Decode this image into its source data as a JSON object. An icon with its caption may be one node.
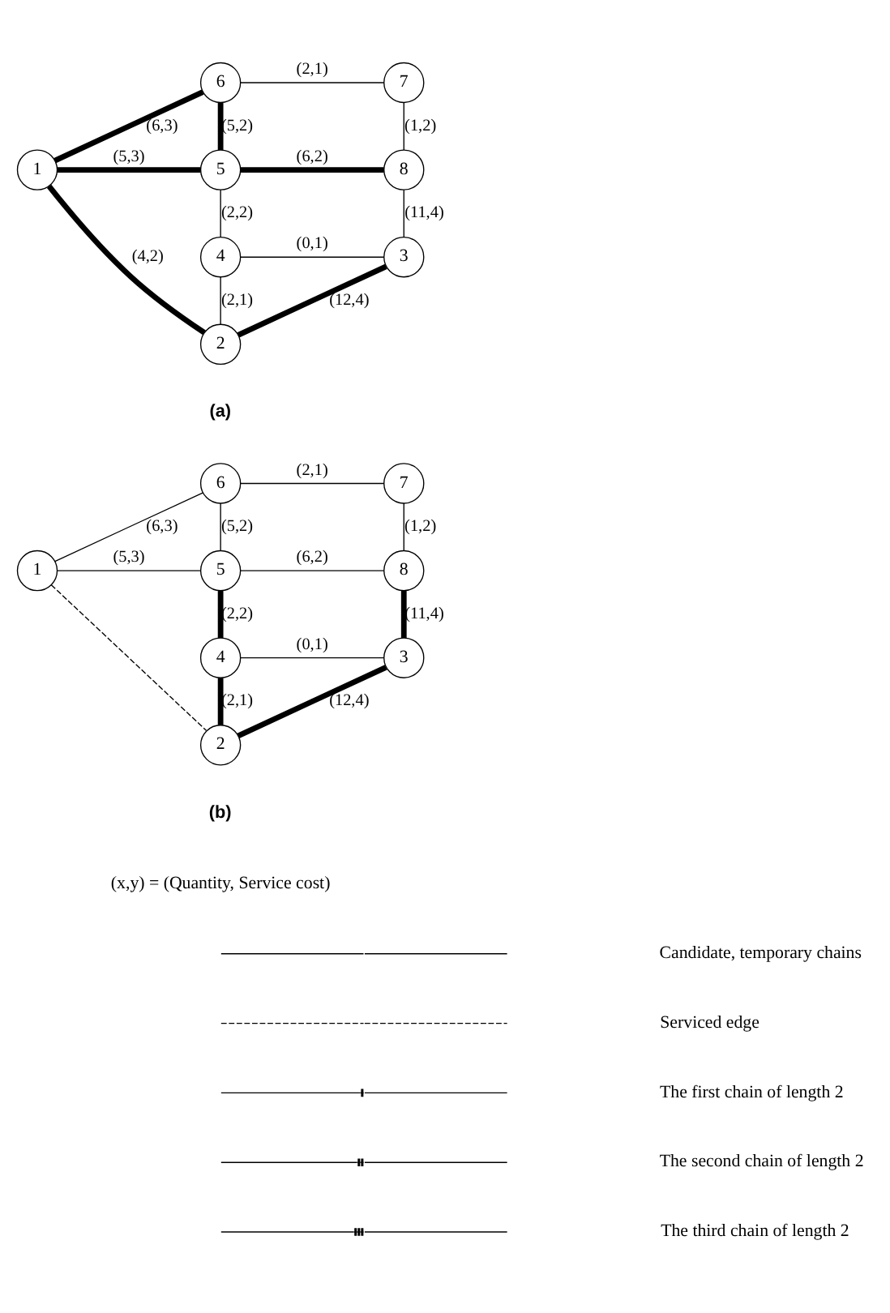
{
  "diagram": {
    "nodes": [
      {
        "text": [
          "1"
        ]
      },
      {
        "text": [
          "2"
        ]
      },
      {
        "text": [
          "3"
        ]
      },
      {
        "text": [
          "4"
        ]
      },
      {
        "text": [
          "5"
        ]
      },
      {
        "text": [
          "6"
        ]
      },
      {
        "text": [
          "7"
        ]
      },
      {
        "text": [
          "8"
        ]
      },
      {
        "text": [
          "1"
        ]
      },
      {
        "text": [
          "2"
        ]
      },
      {
        "text": [
          "3"
        ]
      },
      {
        "text": [
          "4"
        ]
      },
      {
        "text": [
          "5"
        ]
      },
      {
        "text": [
          "6"
        ]
      },
      {
        "text": [
          "7"
        ]
      },
      {
        "text": [
          "8"
        ]
      }
    ],
    "edges": [
      {
        "from": 5,
        "to": 6,
        "arrow": "none",
        "label": "(2,1)"
      },
      {
        "from": 0,
        "to": 5,
        "arrow": "none",
        "label": "(6,3)",
        "style": "thick"
      },
      {
        "from": 5,
        "to": 4,
        "arrow": "none",
        "label": "(5,2)",
        "style": "thick"
      },
      {
        "from": 6,
        "to": 7,
        "arrow": "none",
        "label": "(1,2)"
      },
      {
        "from": 0,
        "to": 4,
        "arrow": "none",
        "label": "(5,3)",
        "style": "thick"
      },
      {
        "from": 4,
        "to": 7,
        "arrow": "none",
        "label": "(6,2)",
        "style": "thick"
      },
      {
        "from": 0,
        "to": 1,
        "arrow": "none",
        "label": "(4,2)",
        "style": "thick"
      },
      {
        "from": 4,
        "to": 3,
        "arrow": "none",
        "label": "(2,2)"
      },
      {
        "from": 1,
        "to": 3,
        "arrow": "none",
        "label": "(2,1)"
      },
      {
        "from": 3,
        "to": 2,
        "arrow": "none",
        "label": "(0,1)"
      },
      {
        "from": 7,
        "to": 2,
        "arrow": "none",
        "label": "(11,4)"
      },
      {
        "from": 1,
        "to": 2,
        "arrow": "none",
        "label": "(12,4)",
        "style": "thick"
      },
      {
        "from": 13,
        "to": 14,
        "arrow": "none",
        "label": "(2,1)"
      },
      {
        "from": 8,
        "to": 13,
        "arrow": "none",
        "label": "(6,3)"
      },
      {
        "from": 13,
        "to": 12,
        "arrow": "none",
        "label": "(5,2)"
      },
      {
        "from": 14,
        "to": 15,
        "arrow": "none",
        "label": "(1,2)"
      },
      {
        "from": 8,
        "to": 12,
        "arrow": "none",
        "label": "(5,3)"
      },
      {
        "from": 12,
        "to": 15,
        "arrow": "none",
        "label": "(6,2)"
      },
      {
        "from": 8,
        "to": 9,
        "arrow": "none",
        "style": "dashed"
      },
      {
        "from": 12,
        "to": 11,
        "arrow": "none",
        "label": "(2,2)",
        "style": "thick"
      },
      {
        "from": 9,
        "to": 11,
        "arrow": "none",
        "label": "(2,1)",
        "style": "thick"
      },
      {
        "from": 11,
        "to": 10,
        "arrow": "none",
        "label": "(0,1)"
      },
      {
        "from": 15,
        "to": 10,
        "arrow": "none",
        "label": "(11,4)",
        "style": "thick"
      },
      {
        "from": 9,
        "to": 10,
        "arrow": "none",
        "label": "(12,4)",
        "style": "thick"
      }
    ],
    "labels": [
      "(a)",
      "(b)",
      "(x,y) = (Quantity, Service cost)"
    ],
    "legend": [
      {
        "text": "Candidate, temporary chains"
      },
      {
        "text": "Serviced edge"
      },
      {
        "text": "The first chain of length 2"
      },
      {
        "text": "The second chain of length 2"
      },
      {
        "text": "The third chain of length 2"
      }
    ]
  }
}
